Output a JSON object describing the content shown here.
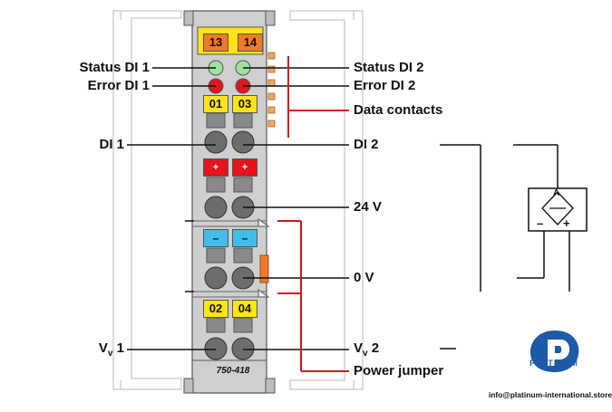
{
  "module": {
    "number": "750-418",
    "top_tags": [
      "13",
      "14"
    ],
    "ch1_tag": "01",
    "ch2_tag": "03",
    "plus_symbol": "+",
    "minus_symbol": "–",
    "ch3_tag": "02",
    "ch4_tag": "04"
  },
  "labels": {
    "status_di1": "Status DI 1",
    "error_di1": "Error DI 1",
    "di1": "DI 1",
    "vv1_base": "V",
    "vv1_sub": "v",
    "vv1_num": " 1",
    "status_di2": "Status DI 2",
    "error_di2": "Error DI 2",
    "data_contacts": "Data contacts",
    "di2": "DI 2",
    "v24": "24 V",
    "v0": "0 V",
    "vv2_base": "V",
    "vv2_sub": "v",
    "vv2_num": " 2",
    "power_jumper": "Power jumper"
  },
  "sensor": {
    "symbol": "A",
    "minus": "–",
    "plus": "+"
  },
  "brand": {
    "name": "PLATINUM",
    "email": "info@platinum-international.store"
  },
  "colors": {
    "module_gray": "#c8c8c8",
    "led_green": "#9fe29f",
    "led_red": "#e3141b",
    "tag_yellow": "#ffe31a",
    "tag_orange": "#f07a2a",
    "tag_blue": "#41bde8",
    "jumper_red": "#d6141a",
    "brand_blue": "#1f5aa6"
  }
}
